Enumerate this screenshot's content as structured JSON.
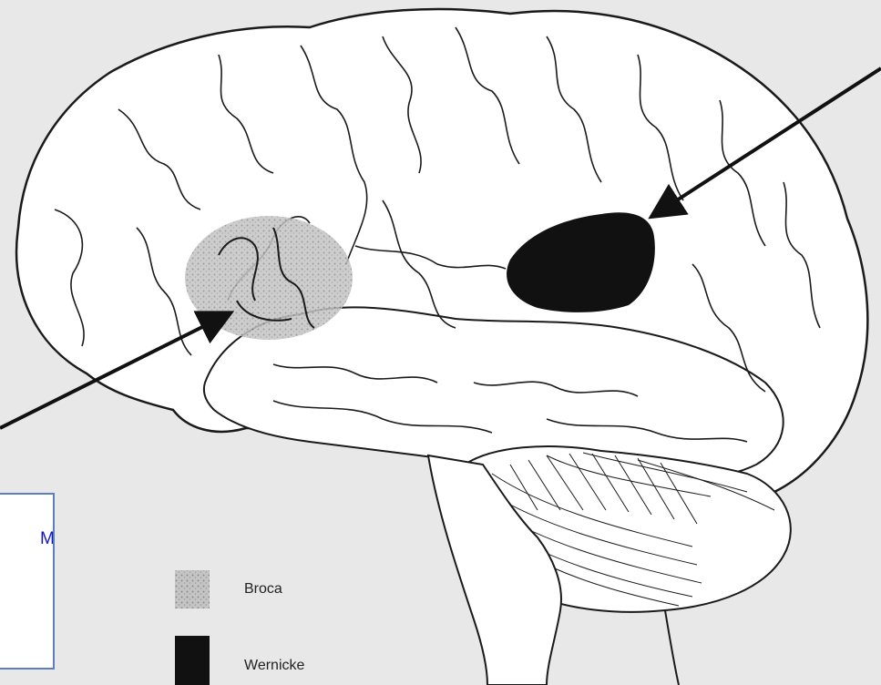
{
  "label_box": {
    "text": "M"
  },
  "legend": {
    "items": [
      {
        "label": "Broca",
        "swatch": "stippled-gray"
      },
      {
        "label": "Wernicke",
        "swatch": "solid-black"
      }
    ]
  },
  "colors": {
    "background": "#e8e8e8",
    "outline": "#1a1a1a",
    "broca_fill": "#b9b9b9",
    "wernicke_fill": "#111111",
    "box_border": "#5b7fc0",
    "box_text": "#1414c8"
  }
}
